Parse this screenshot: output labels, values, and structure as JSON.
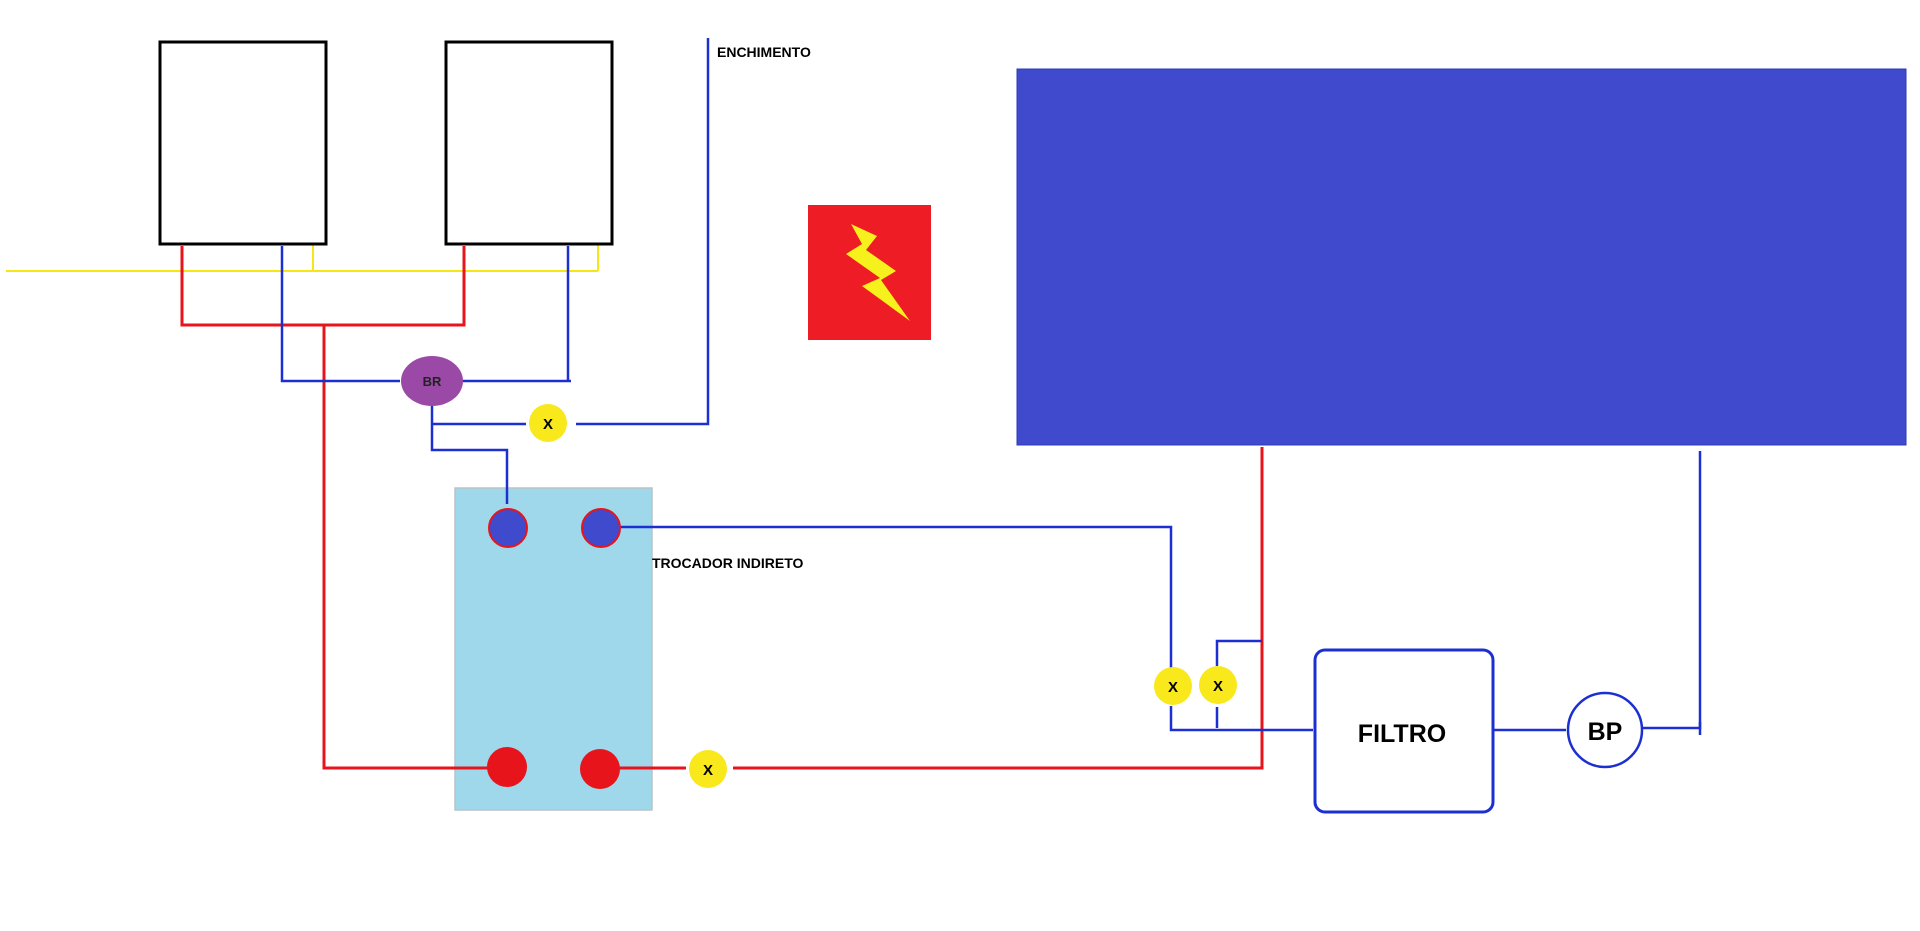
{
  "labels": {
    "fill_line": "ENCHIMENTO",
    "heat_exchanger": "TROCADOR INDIRETO",
    "filter": "FILTRO",
    "pool_pump": "BP",
    "recirculation_pump": "BR",
    "valve": "X"
  },
  "icons": {
    "electrical_panel": "lightning-bolt-icon"
  },
  "colors": {
    "hot_line": "#e8141c",
    "cold_line": "#1c2fd1",
    "power_line": "#f5e616",
    "pool": "#3f4acd",
    "heat_exchanger": "#9ed8ea",
    "valve": "#f8e81c",
    "recirculation_pump": "#9a4aa6",
    "electrical_panel": "#ee1c25"
  }
}
